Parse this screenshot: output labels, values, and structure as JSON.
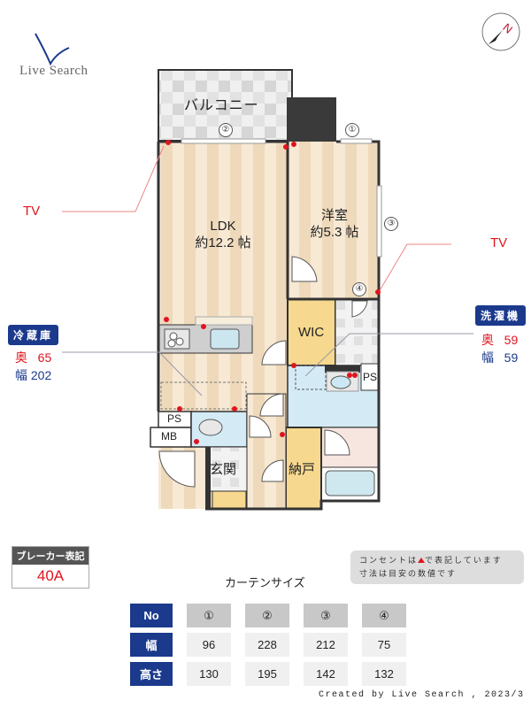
{
  "logo": {
    "text": "Live Search",
    "mark_color": "#1b3a8c"
  },
  "compass": {
    "label": "N",
    "accent": "#c0142a"
  },
  "rooms": {
    "balcony": "バルコニー",
    "ldk": {
      "name": "LDK",
      "size": "約12.2 帖"
    },
    "western": {
      "name": "洋室",
      "size": "約5.3 帖"
    },
    "wic": "WIC",
    "ps_top": "PS",
    "ps_bottom": "PS",
    "mb": "MB",
    "entrance": "玄関",
    "storage": "納戸"
  },
  "window_markers": [
    "①",
    "②",
    "③",
    "④"
  ],
  "tv_labels": {
    "left": "TV",
    "right": "TV"
  },
  "fridge": {
    "title": "冷蔵庫",
    "depth_label": "奥",
    "depth": "65",
    "width_label": "幅",
    "width": "202"
  },
  "washer": {
    "title": "洗濯機",
    "depth_label": "奥",
    "depth": "59",
    "width_label": "幅",
    "width": "59"
  },
  "breaker": {
    "title": "ブレーカー表記",
    "value": "40A"
  },
  "note": {
    "line1_a": "コンセントは",
    "line1_b": "で表記しています",
    "line2": "寸法は目安の数値です"
  },
  "curtain": {
    "title": "カーテンサイズ",
    "row_headers": {
      "no": "No",
      "width": "幅",
      "height": "高さ"
    },
    "columns": [
      {
        "no": "①",
        "width": "96",
        "height": "130"
      },
      {
        "no": "②",
        "width": "228",
        "height": "195"
      },
      {
        "no": "③",
        "width": "212",
        "height": "142"
      },
      {
        "no": "④",
        "width": "75",
        "height": "132"
      }
    ]
  },
  "credit": "Created by Live Search , 2023/3",
  "colors": {
    "wall": "#333333",
    "floor_light": "#f5e6d0",
    "floor_stripe": "#efd7b8",
    "wet": "#cfe8f3",
    "closet": "#f5d68a",
    "navy": "#1b3a8c",
    "outlet": "#e0141e"
  }
}
